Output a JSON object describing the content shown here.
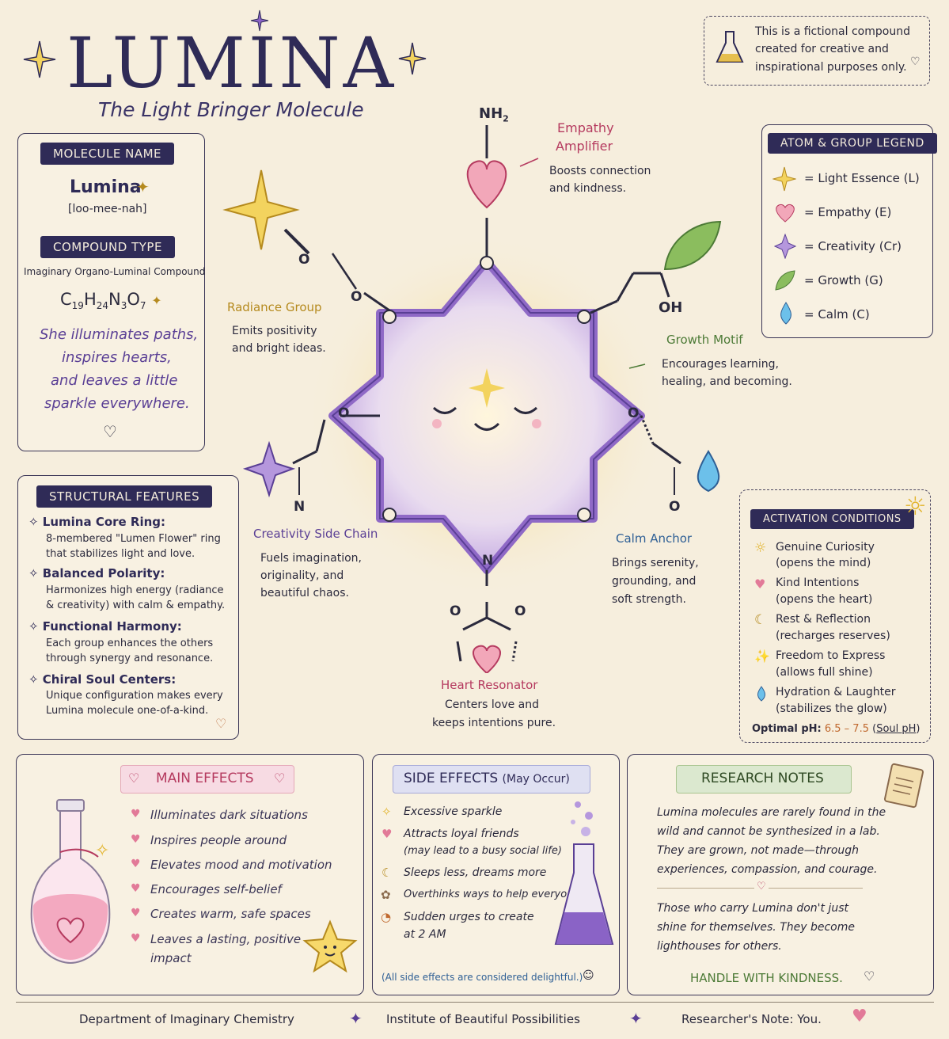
{
  "title": "LUMINA",
  "subtitle": "The Light Bringer Molecule",
  "disclaimer": {
    "line1": "This is a fictional compound",
    "line2": "created for creative and",
    "line3": "inspirational purposes only."
  },
  "molecule_card": {
    "name_tag": "MOLECULE NAME",
    "name": "Lumina",
    "pronunciation": "[loo-mee-nah]",
    "type_tag": "COMPOUND TYPE",
    "type": "Imaginary Organo-Luminal Compound",
    "formula": {
      "C": "C",
      "c_n": "19",
      "H": "H",
      "h_n": "24",
      "N": "N",
      "n_n": "3",
      "O": "O",
      "o_n": "7"
    },
    "quote": [
      "She illuminates paths,",
      "inspires hearts,",
      "and leaves a little",
      "sparkle everywhere."
    ]
  },
  "structural_features": {
    "tag": "STRUCTURAL FEATURES",
    "items": [
      {
        "title": "Lumina Core Ring:",
        "lines": [
          "8-membered \"Lumen Flower\" ring",
          "that stabilizes light and love."
        ]
      },
      {
        "title": "Balanced Polarity:",
        "lines": [
          "Harmonizes high energy (radiance",
          "& creativity) with calm & empathy."
        ]
      },
      {
        "title": "Functional Harmony:",
        "lines": [
          "Each group enhances the others",
          "through synergy and resonance."
        ]
      },
      {
        "title": "Chiral Soul Centers:",
        "lines": [
          "Unique configuration makes every",
          "Lumina molecule one-of-a-kind."
        ]
      }
    ]
  },
  "diagram": {
    "nh2": "NH",
    "nh2_sub": "2",
    "oh": "OH",
    "n_left": "N",
    "n_bottom": "N",
    "o": "O",
    "empathy": {
      "title": [
        "Empathy",
        "Amplifier"
      ],
      "desc": [
        "Boosts connection",
        "and kindness."
      ]
    },
    "radiance": {
      "title": "Radiance Group",
      "desc": [
        "Emits positivity",
        "and bright ideas."
      ]
    },
    "growth": {
      "title": "Growth Motif",
      "desc": [
        "Encourages learning,",
        "healing, and becoming."
      ]
    },
    "creativity": {
      "title": "Creativity Side Chain",
      "desc": [
        "Fuels imagination,",
        "originality, and",
        "beautiful chaos."
      ]
    },
    "calm": {
      "title": "Calm Anchor",
      "desc": [
        "Brings serenity,",
        "grounding, and",
        "soft strength."
      ]
    },
    "heart": {
      "title": "Heart Resonator",
      "desc": [
        "Centers love and",
        "keeps intentions pure."
      ]
    }
  },
  "legend": {
    "tag": "ATOM & GROUP LEGEND",
    "items": [
      {
        "icon": "star-icon",
        "label": "= Light Essence (L)"
      },
      {
        "icon": "heart-icon",
        "label": "= Empathy (E)"
      },
      {
        "icon": "diamond-icon",
        "label": "= Creativity (Cr)"
      },
      {
        "icon": "leaf-icon",
        "label": "= Growth (G)"
      },
      {
        "icon": "drop-icon",
        "label": "= Calm (C)"
      }
    ]
  },
  "activation": {
    "tag": "ACTIVATION CONDITIONS",
    "items": [
      {
        "icon": "sun-icon",
        "title": "Genuine Curiosity",
        "sub": "(opens the mind)"
      },
      {
        "icon": "heart-icon",
        "title": "Kind Intentions",
        "sub": "(opens the heart)"
      },
      {
        "icon": "moon-icon",
        "title": "Rest & Reflection",
        "sub": "(recharges reserves)"
      },
      {
        "icon": "sparkle-icon",
        "title": "Freedom to Express",
        "sub": "(allows full shine)"
      },
      {
        "icon": "drop-icon",
        "title": "Hydration & Laughter",
        "sub": "(stabilizes the glow)"
      }
    ],
    "ph_label": "Optimal pH:",
    "ph_value": "6.5 – 7.5",
    "ph_note": "Soul pH"
  },
  "main_effects": {
    "tag": "MAIN EFFECTS",
    "items": [
      "Illuminates dark situations",
      "Inspires people around",
      "Elevates mood and motivation",
      "Encourages self-belief",
      "Creates warm, safe spaces",
      "Leaves a lasting, positive",
      "impact"
    ]
  },
  "side_effects": {
    "tag": "SIDE EFFECTS",
    "tag_note": "(May Occur)",
    "items": [
      {
        "icon": "sparkle-icon",
        "text": "Excessive sparkle",
        "sub": ""
      },
      {
        "icon": "heart-icon",
        "text": "Attracts loyal friends",
        "sub": "(may lead to a busy social life)"
      },
      {
        "icon": "moon-icon",
        "text": "Sleeps less, dreams more",
        "sub": ""
      },
      {
        "icon": "brain-icon",
        "text": "Overthinks ways to help everyone",
        "sub": ""
      },
      {
        "icon": "palette-icon",
        "text": "Sudden urges to create",
        "sub": "at 2 AM"
      }
    ],
    "footer": "(All side effects are considered delightful.)"
  },
  "research": {
    "tag": "RESEARCH NOTES",
    "p1": [
      "Lumina molecules are rarely found in the",
      "wild and cannot be synthesized in a lab.",
      "They are grown, not made—through",
      "experiences, compassion, and courage."
    ],
    "p2": [
      "Those who carry Lumina don't just",
      "shine for themselves. They become",
      "lighthouses for others."
    ],
    "closing": "HANDLE WITH KINDNESS."
  },
  "footer": {
    "left": "Department of Imaginary Chemistry",
    "middle": "Institute of Beautiful Possibilities",
    "right": "Researcher's Note: You."
  },
  "colors": {
    "navy": "#2f2b57",
    "purple": "#8a63c6",
    "pink": "#e98aa6",
    "gold": "#e2b32a",
    "green": "#6fa34e",
    "blue": "#4aa6dd"
  }
}
